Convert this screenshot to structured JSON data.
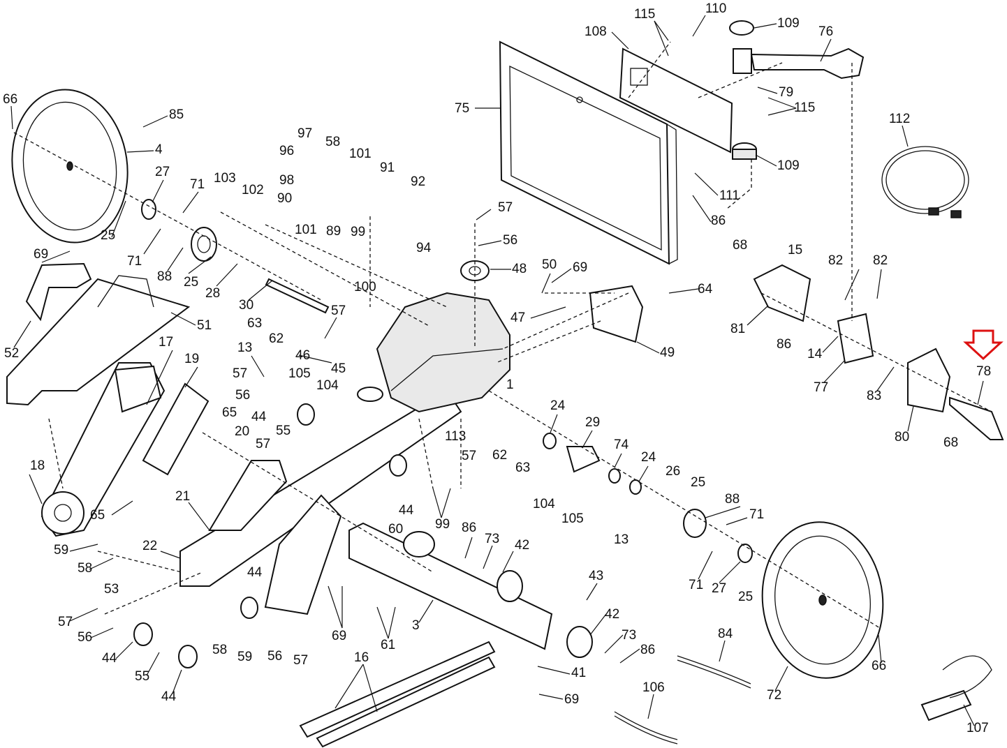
{
  "labels": {
    "p115a": "115",
    "p110": "110",
    "p109a": "109",
    "p76": "76",
    "p108": "108",
    "p75": "75",
    "p79": "79",
    "p115b": "115",
    "p109b": "109",
    "p111": "111",
    "p86a": "86",
    "p112": "112",
    "p66a": "66",
    "p85": "85",
    "p4": "4",
    "p27a": "27",
    "p71a": "71",
    "p25a": "25",
    "p71b": "71",
    "p88a": "88",
    "p97": "97",
    "p58a": "58",
    "p96": "96",
    "p98": "98",
    "p101a": "101",
    "p91": "91",
    "p92": "92",
    "p103": "103",
    "p102": "102",
    "p90": "90",
    "p101b": "101",
    "p89": "89",
    "p99a": "99",
    "p94": "94",
    "p100": "100",
    "p25b": "25",
    "p28": "28",
    "p30": "30",
    "p69a": "69",
    "p52": "52",
    "p51": "51",
    "p57a": "57",
    "p56a": "56",
    "p48": "48",
    "p50": "50",
    "p69b": "69",
    "p64": "64",
    "p47": "47",
    "p49": "49",
    "p68a": "68",
    "p15": "15",
    "p82a": "82",
    "p82b": "82",
    "p81": "81",
    "p86b": "86",
    "p14": "14",
    "p77": "77",
    "p83": "83",
    "p78": "78",
    "p80": "80",
    "p68b": "68",
    "p63a": "63",
    "p62a": "62",
    "p57b": "57",
    "p46": "46",
    "p45": "45",
    "p1": "1",
    "p17": "17",
    "p19": "19",
    "p13a": "13",
    "p57c": "57",
    "p105a": "105",
    "p56b": "56",
    "p104a": "104",
    "p44a": "44",
    "p55a": "55",
    "p65a": "65",
    "p57d": "57",
    "p20": "20",
    "p18": "18",
    "p21": "21",
    "p65b": "65",
    "p24a": "24",
    "p29": "29",
    "p74": "74",
    "p24b": "24",
    "p113": "113",
    "p57e": "57",
    "p62b": "62",
    "p63b": "63",
    "p104b": "104",
    "p105b": "105",
    "p26": "26",
    "p25c": "25",
    "p88b": "88",
    "p71c": "71",
    "p13b": "13",
    "p44b": "44",
    "p60": "60",
    "p99b": "99",
    "p22": "22",
    "p59a": "59",
    "p58b": "58",
    "p53": "53",
    "p86c": "86",
    "p73a": "73",
    "p42a": "42",
    "p71d": "71",
    "p27b": "27",
    "p25d": "25",
    "p43": "43",
    "p44c": "44",
    "p69c": "69",
    "p42b": "42",
    "p73b": "73",
    "p86d": "86",
    "p57f": "57",
    "p56c": "56",
    "p44d": "44",
    "p55b": "55",
    "p44e": "44",
    "p58c": "58",
    "p59b": "59",
    "p56d": "56",
    "p57g": "57",
    "p3": "3",
    "p61": "61",
    "p16": "16",
    "p41": "41",
    "p69d": "69",
    "p84": "84",
    "p106": "106",
    "p72": "72",
    "p66b": "66",
    "p107": "107"
  },
  "colors": {
    "line": "#111111",
    "highlight_arrow": "#dd1111",
    "background": "#ffffff"
  },
  "icons": {
    "highlight": "down-arrow-icon"
  }
}
